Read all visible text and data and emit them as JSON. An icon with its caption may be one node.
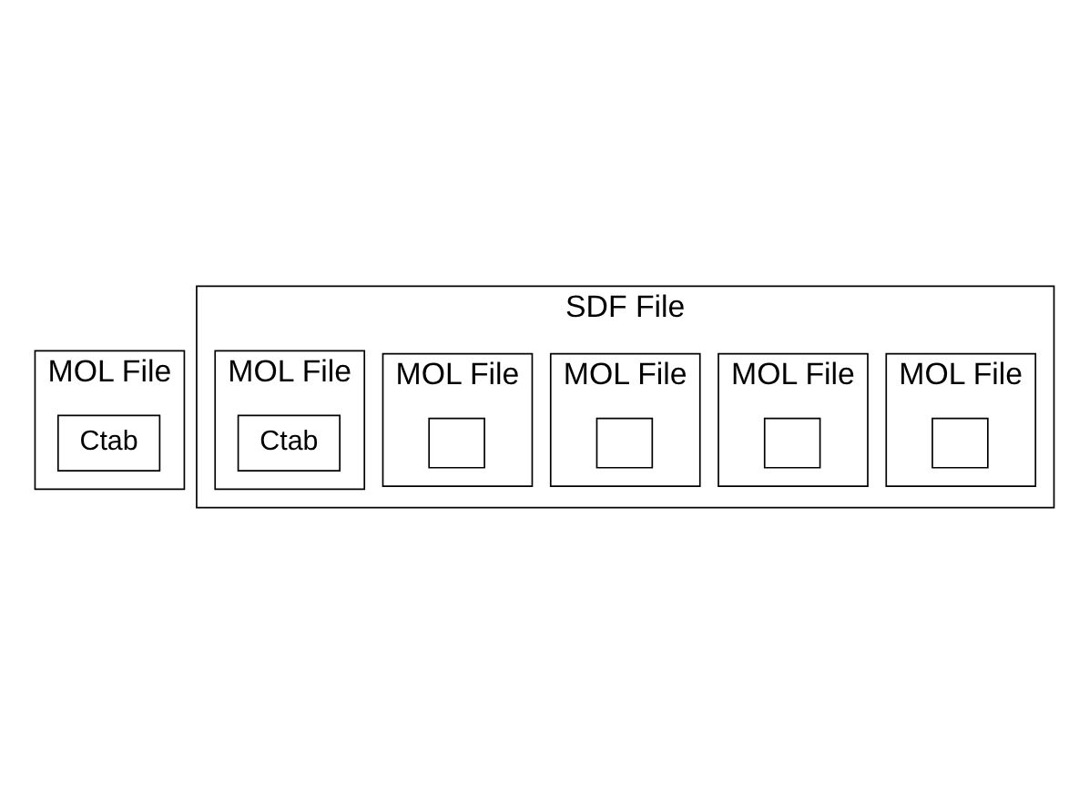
{
  "diagram": {
    "nodes": [
      {
        "text": [
          "MOL File"
        ]
      },
      {
        "text": [
          "Ctab"
        ],
        "in": 0
      },
      {
        "text": [
          "SDF File"
        ]
      },
      {
        "text": [
          "MOL File"
        ],
        "in": 2
      },
      {
        "text": [],
        "shape": "box",
        "in": 3
      },
      {
        "text": [
          "MOL File"
        ],
        "in": 2
      },
      {
        "text": [],
        "shape": "box",
        "in": 5
      },
      {
        "text": [
          "MOL File"
        ],
        "in": 2
      },
      {
        "text": [],
        "shape": "box",
        "in": 7
      },
      {
        "text": [
          "MOL File"
        ],
        "in": 2
      },
      {
        "text": [],
        "shape": "box",
        "in": 9
      },
      {
        "text": [
          "MOL File"
        ],
        "in": 2
      },
      {
        "text": [
          "Ctab"
        ],
        "in": 11
      }
    ],
    "edges": []
  }
}
